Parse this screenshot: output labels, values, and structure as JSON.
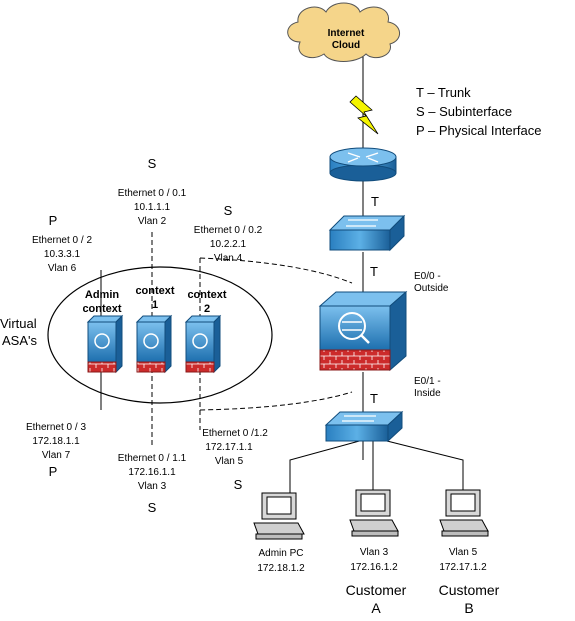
{
  "cloud": {
    "line1": "Internet",
    "line2": "Cloud"
  },
  "legend": {
    "trunk": "T – Trunk",
    "subinterface": "S – Subinterface",
    "physical": "P – Physical Interface"
  },
  "links": {
    "router_switch": "T",
    "switch_asa": "T",
    "asa_inside_switch": "T"
  },
  "asa": {
    "outside": {
      "line1": "E0/0 -",
      "line2": "Outside"
    },
    "inside": {
      "line1": "E0/1 -",
      "line2": "Inside"
    }
  },
  "virtual_asas": {
    "title_line1": "Virtual",
    "title_line2": "ASA's",
    "contexts": [
      {
        "line1": "Admin",
        "line2": "context"
      },
      {
        "line1": "context",
        "line2": "1"
      },
      {
        "line1": "context",
        "line2": "2"
      }
    ]
  },
  "interfaces": {
    "e0_1": {
      "type": "S",
      "name": "Ethernet 0 / 0.1",
      "ip": "10.1.1.1",
      "vlan": "Vlan 2"
    },
    "e0_2": {
      "type": "S",
      "name": "Ethernet 0 / 0.2",
      "ip": "10.2.2.1",
      "vlan": "Vlan 4"
    },
    "e0_2p": {
      "type": "P",
      "name": "Ethernet 0 / 2",
      "ip": "10.3.3.1",
      "vlan": "Vlan 6"
    },
    "e0_3": {
      "type": "P",
      "name": "Ethernet 0 / 3",
      "ip": "172.18.1.1",
      "vlan": "Vlan 7"
    },
    "e1_1": {
      "type": "S",
      "name": "Ethernet 0 / 1.1",
      "ip": "172.16.1.1",
      "vlan": "Vlan 3"
    },
    "e1_2": {
      "type": "S",
      "name": "Ethernet 0 /1.2",
      "ip": "172.17.1.1",
      "vlan": "Vlan 5"
    }
  },
  "hosts": [
    {
      "name": "Admin PC",
      "ip": "172.18.1.2",
      "customer_line1": "",
      "customer_line2": ""
    },
    {
      "name": "Vlan 3",
      "ip": "172.16.1.2",
      "customer_line1": "Customer",
      "customer_line2": "A"
    },
    {
      "name": "Vlan 5",
      "ip": "172.17.1.2",
      "customer_line1": "Customer",
      "customer_line2": "B"
    }
  ],
  "colors": {
    "device_blue": "#1d6fae",
    "device_light": "#6fb6e6",
    "firewall_red": "#cc2b2b",
    "cloud_fill": "#f5d58a",
    "bolt": "#f4f400"
  }
}
